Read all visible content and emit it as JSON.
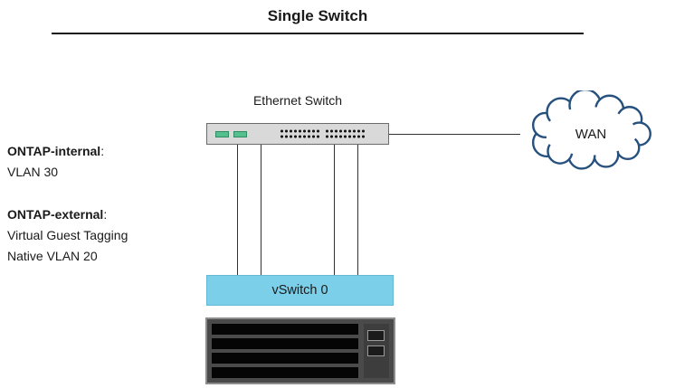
{
  "title": "Single Switch",
  "switch": {
    "label": "Ethernet Switch"
  },
  "wan": {
    "label": "WAN"
  },
  "vswitch": {
    "label": "vSwitch 0"
  },
  "notes": {
    "internal": {
      "heading": "ONTAP-internal",
      "colon": ":",
      "lines": [
        "VLAN 30"
      ]
    },
    "external": {
      "heading": "ONTAP-external",
      "colon": ":",
      "lines": [
        "Virtual Guest Tagging",
        "Native VLAN 20"
      ]
    }
  },
  "colors": {
    "vswitch_fill": "#7ccfe9",
    "cloud_stroke": "#26507e",
    "switch_fill": "#d9d9d9",
    "port_green": "#55c08d",
    "line": "#333333",
    "server_fill": "#4a4a4a"
  }
}
